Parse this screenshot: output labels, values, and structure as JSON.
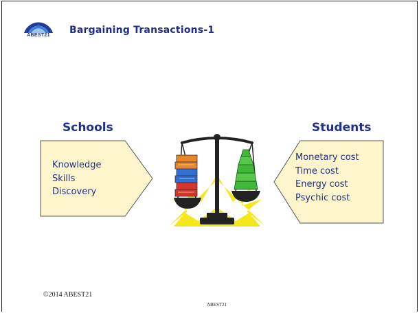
{
  "header": {
    "logo_text": "ABEST21",
    "title": "Bargaining  Transactions-1"
  },
  "left_panel": {
    "heading": "Schools",
    "items": [
      "Knowledge",
      "Skills",
      "Discovery"
    ]
  },
  "right_panel": {
    "heading": "Students",
    "items": [
      "Monetary cost",
      "Time cost",
      "Energy cost",
      "Psychic cost"
    ]
  },
  "colors": {
    "title": "#1f2f8a",
    "box_fill": "#fdf6cc",
    "box_stroke": "#555555",
    "burst": "#f5e71b"
  },
  "illustration": {
    "name": "balance-scale-books-money"
  },
  "footer": {
    "copyright": "©2014 ABEST21",
    "center": "ABEST21"
  }
}
